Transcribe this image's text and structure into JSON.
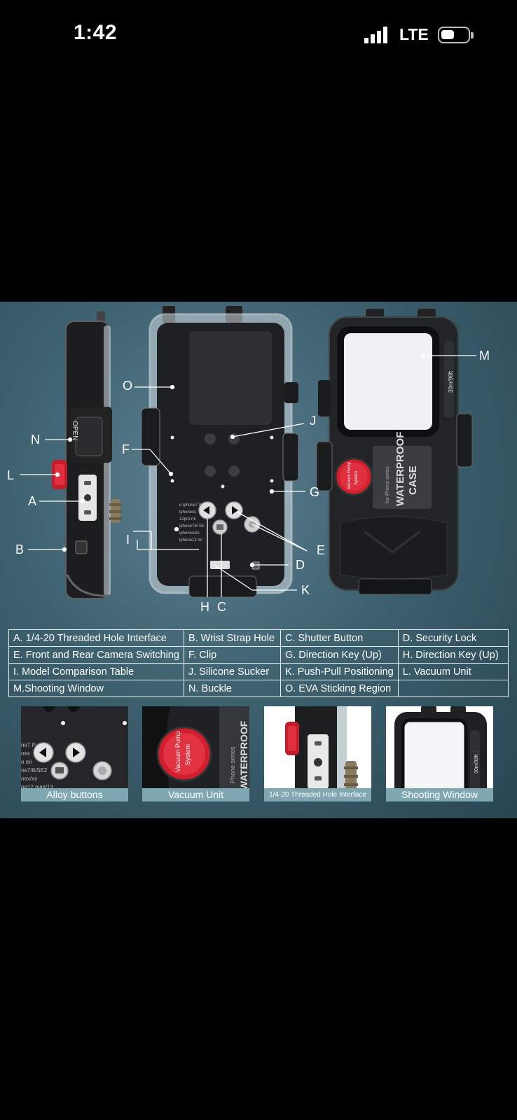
{
  "status_bar": {
    "time": "1:42",
    "network": "LTE"
  },
  "callouts": {
    "O": "O",
    "J": "J",
    "N": "N",
    "F": "F",
    "L": "L",
    "A": "A",
    "G": "G",
    "I": "I",
    "E": "E",
    "B": "B",
    "D": "D",
    "K": "K",
    "H": "H",
    "C": "C",
    "M": "M"
  },
  "product_text": {
    "case_series": "for iPhone series",
    "case_title_1": "WATERPROOF",
    "case_title_2": "CASE",
    "depth": "30m/98ft",
    "open": "OPEN",
    "pump_1": "Vacuum Pump",
    "pump_2": "System",
    "model_list": [
      "e iphone7 8",
      "iphonexs",
      "12pro mi",
      "iphone7/8 SE",
      "iphonex/xs",
      "iphone12 mi"
    ]
  },
  "legend_rows": [
    [
      "A. 1/4-20 Threaded Hole Interface",
      "B. Wrist Strap Hole",
      "C. Shutter Button",
      "D. Security Lock"
    ],
    [
      "E. Front and Rear Camera Switching",
      "F. Clip",
      "G. Direction Key (Up)",
      "H. Direction Key (Up)"
    ],
    [
      " I. Model Comparison Table",
      "J. Silicone Sucker",
      "K. Push-Pull Positioning",
      "L. Vacuum Unit"
    ],
    [
      "M.Shooting Window",
      "N. Buckle",
      "O. EVA Sticking Region",
      ""
    ]
  ],
  "thumbnails": {
    "t1": {
      "caption": "Alloy buttons",
      "models": [
        "ne7 P",
        "nex",
        "o mi",
        "ne7/8/SE2",
        "nex/xs",
        "ne12 mini/13"
      ]
    },
    "t2": {
      "caption": "Vacuum Unit",
      "series": "Phone series",
      "brand": "WATERPROOF",
      "pump_1": "Vacuum Pump",
      "pump_2": "System"
    },
    "t3": {
      "caption": "1/4-20 Threaded Hole Interface"
    },
    "t4": {
      "caption": "Shooting Window",
      "depth": "30m/98ft"
    }
  }
}
